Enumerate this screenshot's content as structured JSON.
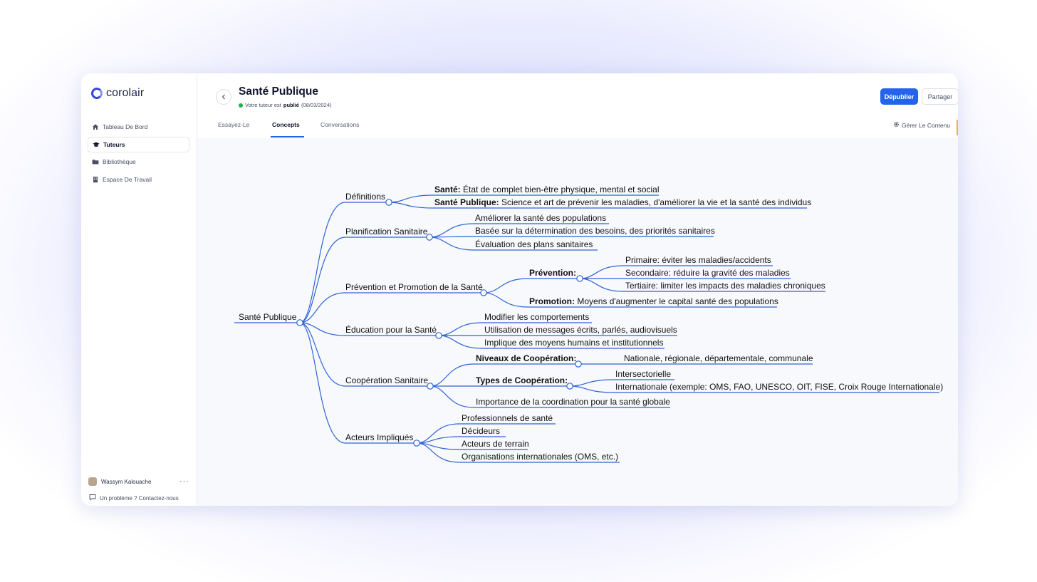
{
  "brand": {
    "name": "corolair"
  },
  "nav": [
    {
      "label": "Tableau De Bord",
      "icon": "home-icon",
      "active": false
    },
    {
      "label": "Tuteurs",
      "icon": "graduation-cap-icon",
      "active": true
    },
    {
      "label": "Bibliothèque",
      "icon": "folder-icon",
      "active": false
    },
    {
      "label": "Espace De Travail",
      "icon": "building-icon",
      "active": false
    }
  ],
  "user": {
    "name": "Wassym Kalouache",
    "more": "···"
  },
  "help": {
    "label": "Un problème ? Contactez-nous"
  },
  "header": {
    "title": "Santé Publique",
    "status_prefix": "Votre tuteur est",
    "status_strong": "publié",
    "status_date": "(08/03/2024)",
    "status_color": "#22b24c",
    "unpublish_label": "Dépublier",
    "share_label": "Partager",
    "manage_label": "Gérer Le Contenu"
  },
  "tabs": [
    {
      "label": "Essayez-Le",
      "active": false
    },
    {
      "label": "Concepts",
      "active": true
    },
    {
      "label": "Conversations",
      "active": false
    }
  ],
  "colors": {
    "accent": "#2563eb",
    "edge": "#2e63d6",
    "canvas": "#f8f9fc"
  },
  "mindmap": {
    "root": "Santé Publique",
    "branches": [
      {
        "label": "Définitions",
        "children": [
          {
            "bold": "Santé:",
            "text": "État de complet bien-être physique, mental et social"
          },
          {
            "bold": "Santé Publique:",
            "text": "Science et art de prévenir les maladies, d'améliorer la vie et la santé des individus"
          }
        ]
      },
      {
        "label": "Planification Sanitaire",
        "children": [
          {
            "text": "Améliorer la santé des populations"
          },
          {
            "text": "Basée sur la détermination des besoins, des priorités sanitaires"
          },
          {
            "text": "Évaluation des plans sanitaires"
          }
        ]
      },
      {
        "label": "Prévention et Promotion de la Santé",
        "children": [
          {
            "bold": "Prévention:",
            "text": "",
            "children": [
              {
                "text": "Primaire: éviter les maladies/accidents"
              },
              {
                "text": "Secondaire: réduire la gravité des maladies"
              },
              {
                "text": "Tertiaire: limiter les impacts des maladies chroniques"
              }
            ]
          },
          {
            "bold": "Promotion:",
            "text": "Moyens d'augmenter le capital santé des populations"
          }
        ]
      },
      {
        "label": "Éducation pour la Santé",
        "children": [
          {
            "text": "Modifier les comportements"
          },
          {
            "text": "Utilisation de messages écrits, parlés, audiovisuels"
          },
          {
            "text": "Implique des moyens humains et institutionnels"
          }
        ]
      },
      {
        "label": "Coopération Sanitaire",
        "children": [
          {
            "bold": "Niveaux de Coopération:",
            "text": "",
            "children": [
              {
                "text": "Nationale, régionale, départementale, communale"
              }
            ]
          },
          {
            "bold": "Types de Coopération:",
            "text": "",
            "children": [
              {
                "text": "Intersectorielle"
              },
              {
                "text": "Internationale (exemple: OMS, FAO, UNESCO, OIT, FISE, Croix Rouge Internationale)"
              }
            ]
          },
          {
            "text": "Importance de la coordination pour la santé globale"
          }
        ]
      },
      {
        "label": "Acteurs Impliqués",
        "children": [
          {
            "text": "Professionnels de santé"
          },
          {
            "text": "Décideurs"
          },
          {
            "text": "Acteurs de terrain"
          },
          {
            "text": "Organisations internationales (OMS, etc.)"
          }
        ]
      }
    ]
  }
}
